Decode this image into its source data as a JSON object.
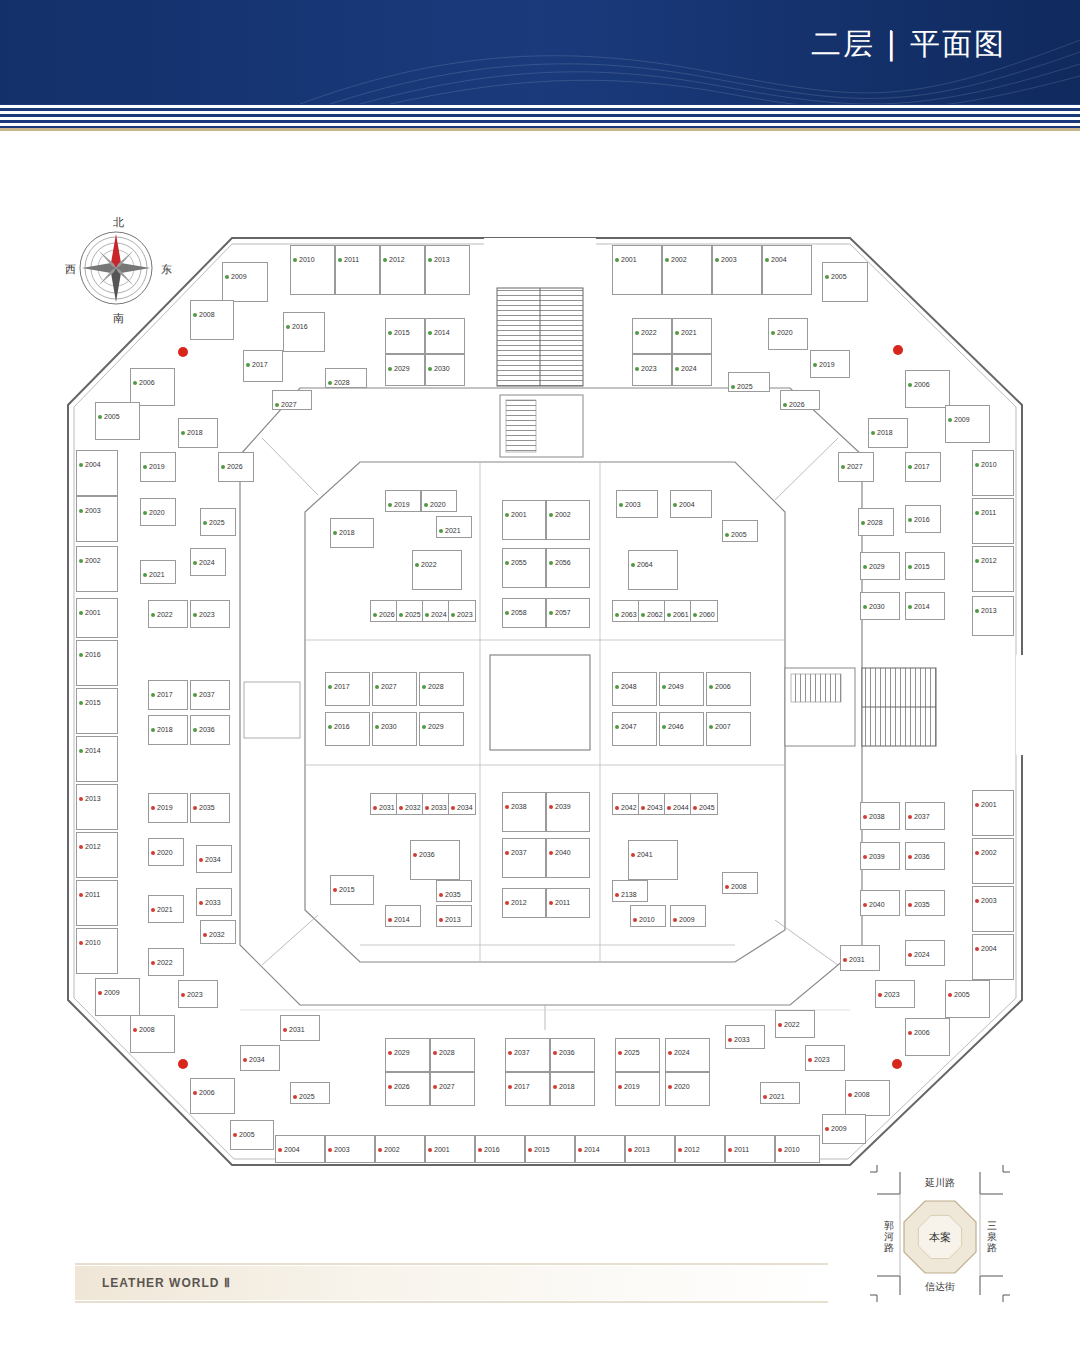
{
  "diagram": {
    "title": "二层 | 平面图",
    "nodes": [
      {
        "text": [
          "2009"
        ]
      },
      {
        "text": [
          "2010"
        ]
      },
      {
        "text": [
          "2011"
        ]
      },
      {
        "text": [
          "2012"
        ]
      },
      {
        "text": [
          "2013"
        ]
      },
      {
        "text": [
          "2008"
        ]
      },
      {
        "text": [
          "2016"
        ]
      },
      {
        "text": [
          "2015"
        ]
      },
      {
        "text": [
          "2014"
        ]
      },
      {
        "text": [
          "2017"
        ]
      },
      {
        "text": [
          "2029"
        ]
      },
      {
        "text": [
          "2030"
        ]
      },
      {
        "text": [
          "2028"
        ]
      },
      {
        "text": [
          "2027"
        ]
      },
      {
        "text": [
          "2001"
        ]
      },
      {
        "text": [
          "2002"
        ]
      },
      {
        "text": [
          "2003"
        ]
      },
      {
        "text": [
          "2004"
        ]
      },
      {
        "text": [
          "2005"
        ]
      },
      {
        "text": [
          "2022"
        ]
      },
      {
        "text": [
          "2021"
        ]
      },
      {
        "text": [
          "2020"
        ]
      },
      {
        "text": [
          "2023"
        ]
      },
      {
        "text": [
          "2024"
        ]
      },
      {
        "text": [
          "2019"
        ]
      },
      {
        "text": [
          "2025"
        ]
      },
      {
        "text": [
          "2026"
        ]
      },
      {
        "text": [
          "2006"
        ]
      },
      {
        "text": [
          "2005"
        ]
      },
      {
        "text": [
          "2004"
        ]
      },
      {
        "text": [
          "2003"
        ]
      },
      {
        "text": [
          "2002"
        ]
      },
      {
        "text": [
          "2001"
        ]
      },
      {
        "text": [
          "2016"
        ]
      },
      {
        "text": [
          "2015"
        ]
      },
      {
        "text": [
          "2014"
        ]
      },
      {
        "text": [
          "2013"
        ]
      },
      {
        "text": [
          "2012"
        ]
      },
      {
        "text": [
          "2011"
        ]
      },
      {
        "text": [
          "2010"
        ]
      },
      {
        "text": [
          "2009"
        ]
      },
      {
        "text": [
          "2008"
        ]
      },
      {
        "text": [
          "2006"
        ]
      },
      {
        "text": [
          "2018"
        ]
      },
      {
        "text": [
          "2019"
        ]
      },
      {
        "text": [
          "2026"
        ]
      },
      {
        "text": [
          "2020"
        ]
      },
      {
        "text": [
          "2025"
        ]
      },
      {
        "text": [
          "2021"
        ]
      },
      {
        "text": [
          "2024"
        ]
      },
      {
        "text": [
          "2022"
        ]
      },
      {
        "text": [
          "2023"
        ]
      },
      {
        "text": [
          "2017"
        ]
      },
      {
        "text": [
          "2037"
        ]
      },
      {
        "text": [
          "2018"
        ]
      },
      {
        "text": [
          "2036"
        ]
      },
      {
        "text": [
          "2019"
        ]
      },
      {
        "text": [
          "2035"
        ]
      },
      {
        "text": [
          "2020"
        ]
      },
      {
        "text": [
          "2034"
        ]
      },
      {
        "text": [
          "2021"
        ]
      },
      {
        "text": [
          "2033"
        ]
      },
      {
        "text": [
          "2022"
        ]
      },
      {
        "text": [
          "2032"
        ]
      },
      {
        "text": [
          "2023"
        ]
      },
      {
        "text": [
          "2006"
        ]
      },
      {
        "text": [
          "2009"
        ]
      },
      {
        "text": [
          "2010"
        ]
      },
      {
        "text": [
          "2011"
        ]
      },
      {
        "text": [
          "2012"
        ]
      },
      {
        "text": [
          "2013"
        ]
      },
      {
        "text": [
          "2001"
        ]
      },
      {
        "text": [
          "2002"
        ]
      },
      {
        "text": [
          "2003"
        ]
      },
      {
        "text": [
          "2004"
        ]
      },
      {
        "text": [
          "2005"
        ]
      },
      {
        "text": [
          "2006"
        ]
      },
      {
        "text": [
          "2008"
        ]
      },
      {
        "text": [
          "2018"
        ]
      },
      {
        "text": [
          "2027"
        ]
      },
      {
        "text": [
          "2017"
        ]
      },
      {
        "text": [
          "2028"
        ]
      },
      {
        "text": [
          "2016"
        ]
      },
      {
        "text": [
          "2029"
        ]
      },
      {
        "text": [
          "2015"
        ]
      },
      {
        "text": [
          "2030"
        ]
      },
      {
        "text": [
          "2014"
        ]
      },
      {
        "text": [
          "2038"
        ]
      },
      {
        "text": [
          "2037"
        ]
      },
      {
        "text": [
          "2039"
        ]
      },
      {
        "text": [
          "2036"
        ]
      },
      {
        "text": [
          "2040"
        ]
      },
      {
        "text": [
          "2035"
        ]
      },
      {
        "text": [
          "2024"
        ]
      },
      {
        "text": [
          "2031"
        ]
      },
      {
        "text": [
          "2023"
        ]
      },
      {
        "text": [
          "2031"
        ]
      },
      {
        "text": [
          "2034"
        ]
      },
      {
        "text": [
          "2029"
        ]
      },
      {
        "text": [
          "2028"
        ]
      },
      {
        "text": [
          "2026"
        ]
      },
      {
        "text": [
          "2027"
        ]
      },
      {
        "text": [
          "2025"
        ]
      },
      {
        "text": [
          "2037"
        ]
      },
      {
        "text": [
          "2036"
        ]
      },
      {
        "text": [
          "2017"
        ]
      },
      {
        "text": [
          "2018"
        ]
      },
      {
        "text": [
          "2025"
        ]
      },
      {
        "text": [
          "2024"
        ]
      },
      {
        "text": [
          "2019"
        ]
      },
      {
        "text": [
          "2020"
        ]
      },
      {
        "text": [
          "2033"
        ]
      },
      {
        "text": [
          "2022"
        ]
      },
      {
        "text": [
          "2023"
        ]
      },
      {
        "text": [
          "2021"
        ]
      },
      {
        "text": [
          "2005"
        ]
      },
      {
        "text": [
          "2004"
        ]
      },
      {
        "text": [
          "2003"
        ]
      },
      {
        "text": [
          "2002"
        ]
      },
      {
        "text": [
          "2001"
        ]
      },
      {
        "text": [
          "2016"
        ]
      },
      {
        "text": [
          "2015"
        ]
      },
      {
        "text": [
          "2014"
        ]
      },
      {
        "text": [
          "2013"
        ]
      },
      {
        "text": [
          "2012"
        ]
      },
      {
        "text": [
          "2011"
        ]
      },
      {
        "text": [
          "2010"
        ]
      },
      {
        "text": [
          "2009"
        ]
      },
      {
        "text": [
          "2019"
        ]
      },
      {
        "text": [
          "2020"
        ]
      },
      {
        "text": [
          "2018"
        ]
      },
      {
        "text": [
          "2021"
        ]
      },
      {
        "text": [
          "2022"
        ]
      },
      {
        "text": [
          "2026"
        ]
      },
      {
        "text": [
          "2025"
        ]
      },
      {
        "text": [
          "2024"
        ]
      },
      {
        "text": [
          "2023"
        ]
      },
      {
        "text": [
          "2001"
        ]
      },
      {
        "text": [
          "2002"
        ]
      },
      {
        "text": [
          "2055"
        ]
      },
      {
        "text": [
          "2056"
        ]
      },
      {
        "text": [
          "2058"
        ]
      },
      {
        "text": [
          "2057"
        ]
      },
      {
        "text": [
          "2003"
        ]
      },
      {
        "text": [
          "2004"
        ]
      },
      {
        "text": [
          "2005"
        ]
      },
      {
        "text": [
          "2064"
        ]
      },
      {
        "text": [
          "2063"
        ]
      },
      {
        "text": [
          "2062"
        ]
      },
      {
        "text": [
          "2061"
        ]
      },
      {
        "text": [
          "2060"
        ]
      },
      {
        "text": [
          "2017"
        ]
      },
      {
        "text": [
          "2027"
        ]
      },
      {
        "text": [
          "2028"
        ]
      },
      {
        "text": [
          "2016"
        ]
      },
      {
        "text": [
          "2030"
        ]
      },
      {
        "text": [
          "2029"
        ]
      },
      {
        "text": [
          "2048"
        ]
      },
      {
        "text": [
          "2049"
        ]
      },
      {
        "text": [
          "2006"
        ]
      },
      {
        "text": [
          "2047"
        ]
      },
      {
        "text": [
          "2046"
        ]
      },
      {
        "text": [
          "2007"
        ]
      },
      {
        "text": [
          "2031"
        ]
      },
      {
        "text": [
          "2032"
        ]
      },
      {
        "text": [
          "2033"
        ]
      },
      {
        "text": [
          "2034"
        ]
      },
      {
        "text": [
          "2036"
        ]
      },
      {
        "text": [
          "2015"
        ]
      },
      {
        "text": [
          "2014"
        ]
      },
      {
        "text": [
          "2035"
        ]
      },
      {
        "text": [
          "2013"
        ]
      },
      {
        "text": [
          "2038"
        ]
      },
      {
        "text": [
          "2039"
        ]
      },
      {
        "text": [
          "2037"
        ]
      },
      {
        "text": [
          "2040"
        ]
      },
      {
        "text": [
          "2012"
        ]
      },
      {
        "text": [
          "2011"
        ]
      },
      {
        "text": [
          "2042"
        ]
      },
      {
        "text": [
          "2043"
        ]
      },
      {
        "text": [
          "2044"
        ]
      },
      {
        "text": [
          "2045"
        ]
      },
      {
        "text": [
          "2041"
        ]
      },
      {
        "text": [
          "2138"
        ]
      },
      {
        "text": [
          "2010"
        ]
      },
      {
        "text": [
          "2009"
        ]
      },
      {
        "text": [
          "2008"
        ]
      },
      {
        "text": [
          "本案"
        ]
      }
    ],
    "labels": [
      "北",
      "西",
      "东",
      "南",
      "延川路",
      "郭河路",
      "三泉路",
      "信达街",
      "LEATHER WORLD Ⅱ"
    ]
  }
}
